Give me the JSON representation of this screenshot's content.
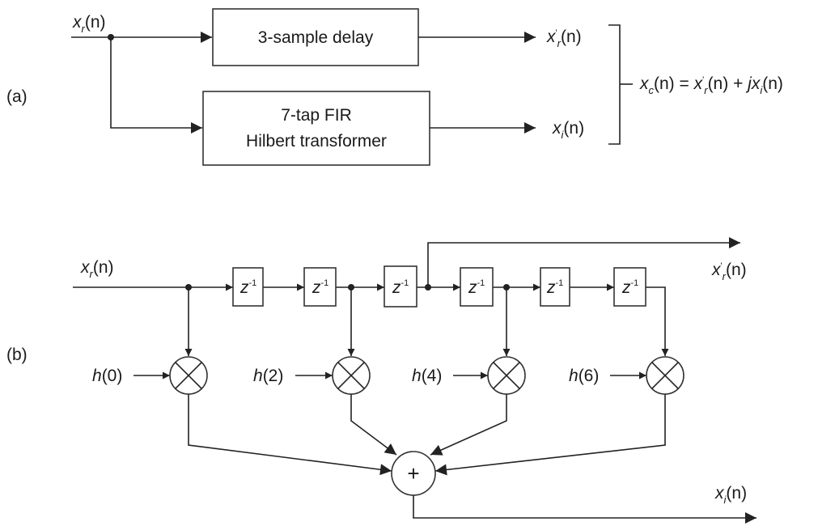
{
  "part_a": {
    "label": "(a)",
    "input": {
      "var": "x",
      "sub": "r",
      "arg": "(n)"
    },
    "delay_box": "3-sample delay",
    "fir_box_line1": "7-tap FIR",
    "fir_box_line2": "Hilbert transformer",
    "out_real": {
      "var": "x",
      "prime": "'",
      "sub": "r",
      "arg": "(n)"
    },
    "out_imag": {
      "var": "x",
      "sub": "i",
      "arg": "(n)"
    },
    "equation": {
      "lhs_var": "x",
      "lhs_sub": "c",
      "lhs_arg": "(n) = ",
      "t1_var": "x",
      "t1_prime": "'",
      "t1_sub": "r",
      "t1_arg": "(n) + ",
      "t2_j": "j",
      "t2_var": "x",
      "t2_sub": "i",
      "t2_arg": "(n)"
    }
  },
  "part_b": {
    "label": "(b)",
    "input": {
      "var": "x",
      "sub": "r",
      "arg": "(n)"
    },
    "delay_var": "z",
    "delay_exp": "-1",
    "out_real": {
      "var": "x",
      "prime": "'",
      "sub": "r",
      "arg": "(n)"
    },
    "out_imag": {
      "var": "x",
      "sub": "i",
      "arg": "(n)"
    },
    "coeffs": [
      {
        "var": "h",
        "arg": "(0)"
      },
      {
        "var": "h",
        "arg": "(2)"
      },
      {
        "var": "h",
        "arg": "(4)"
      },
      {
        "var": "h",
        "arg": "(6)"
      }
    ],
    "adder_symbol": "+"
  },
  "colors": {
    "stroke": "#222222",
    "text": "#1a1a1a",
    "background": "#ffffff"
  }
}
